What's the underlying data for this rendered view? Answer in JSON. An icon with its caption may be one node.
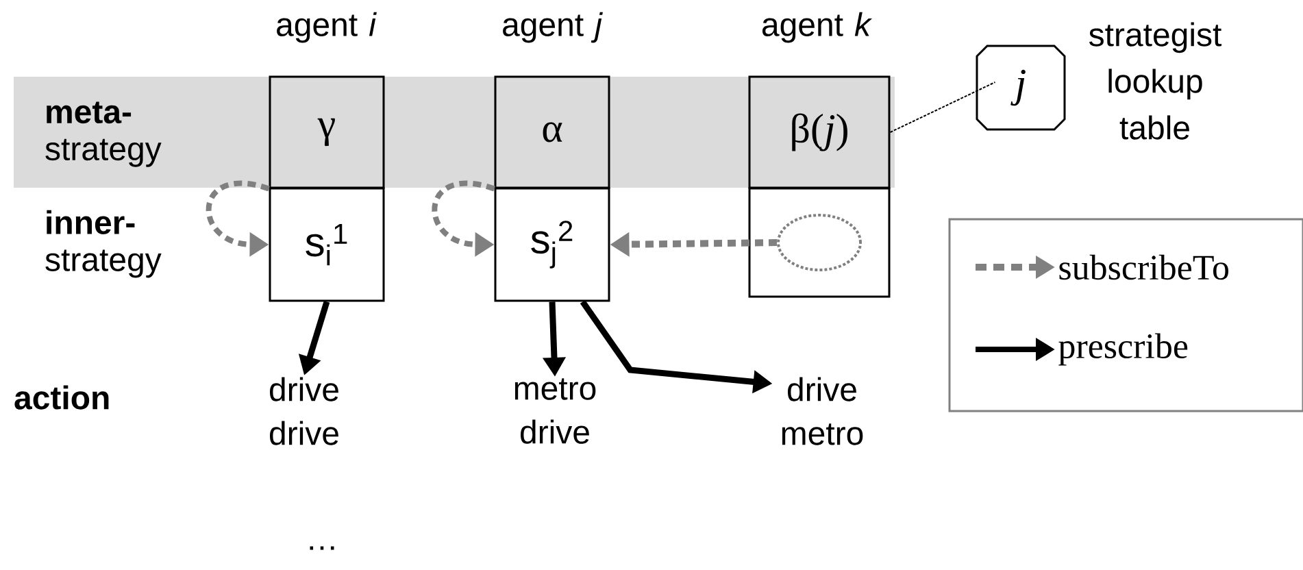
{
  "diagram": {
    "nodes": [
      {
        "text": [
          "γ"
        ],
        "beside": [
          "agent *i*"
        ]
      },
      {
        "text": [
          "s$_{i}$$^{1}$"
        ]
      },
      {
        "text": [
          "α"
        ],
        "beside": [
          "agent *j*"
        ]
      },
      {
        "text": [
          "s$_{j}$$^{2}$"
        ]
      },
      {
        "text": [
          "β(*j*)"
        ],
        "beside": [
          "agent *k*"
        ]
      },
      {
        "text": [],
        "shape": "box"
      },
      {
        "text": [],
        "shape": "circle",
        "in": 5
      },
      {
        "text": [
          "*j*"
        ],
        "beside": [
          "strategist lookup table"
        ]
      },
      {
        "text": [
          "drive drive"
        ]
      },
      {
        "text": [
          "metro drive"
        ]
      },
      {
        "text": [
          "drive metro"
        ]
      }
    ],
    "edges": [
      {
        "from": 0,
        "to": 1,
        "arrow": "to",
        "style": "dashed",
        "color": "#808080"
      },
      {
        "from": 2,
        "to": 3,
        "arrow": "to",
        "style": "dashed",
        "color": "#808080"
      },
      {
        "from": 6,
        "to": 3,
        "arrow": "to",
        "style": "dashed",
        "color": "#808080"
      },
      {
        "from": 4,
        "to": 7,
        "arrow": "none",
        "style": "dashed"
      },
      {
        "from": 1,
        "to": 8,
        "arrow": "to"
      },
      {
        "from": 3,
        "to": 9,
        "arrow": "to"
      },
      {
        "from": 3,
        "to": 10,
        "arrow": "to"
      }
    ],
    "labels": [
      "**meta-** strategy",
      "**inner-** strategy",
      "action",
      "…"
    ],
    "legend": [
      {
        "text": "subscribeTo"
      },
      {
        "text": "prescribe"
      }
    ]
  }
}
